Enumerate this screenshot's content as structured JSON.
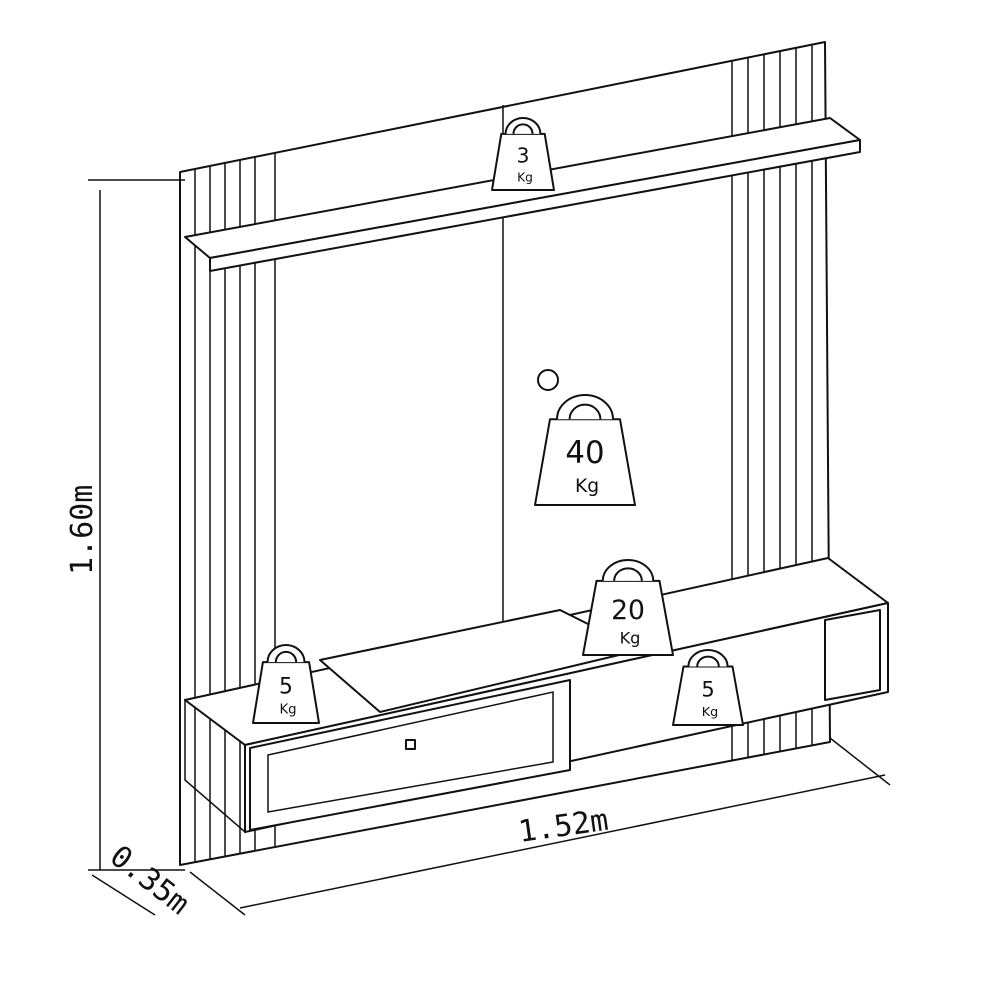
{
  "dimensions": {
    "height": "1.60m",
    "width": "1.52m",
    "depth": "0.35m"
  },
  "weights": [
    {
      "id": "top-shelf",
      "value": "3",
      "unit": "Kg"
    },
    {
      "id": "panel",
      "value": "40",
      "unit": "Kg"
    },
    {
      "id": "console-top",
      "value": "20",
      "unit": "Kg"
    },
    {
      "id": "left-console",
      "value": "5",
      "unit": "Kg"
    },
    {
      "id": "right-console",
      "value": "5",
      "unit": "Kg"
    }
  ]
}
